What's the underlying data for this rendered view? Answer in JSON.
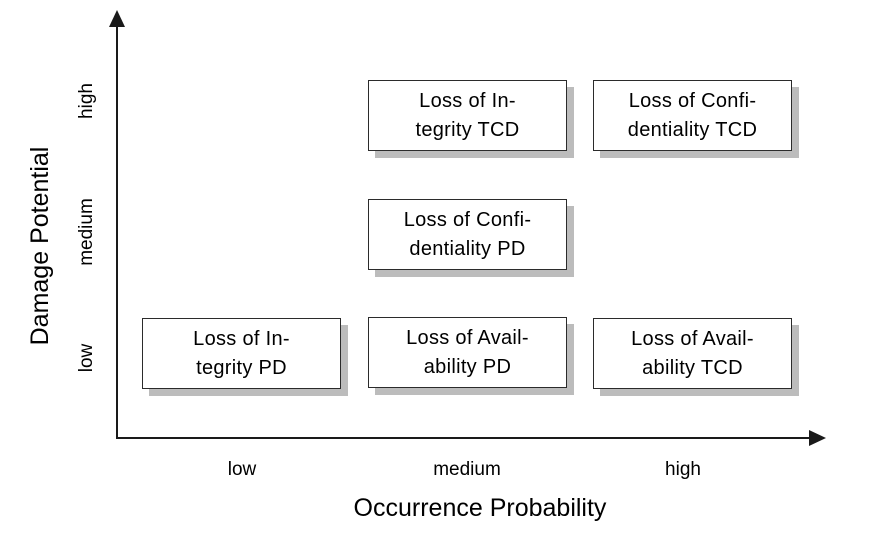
{
  "chart_data": {
    "type": "scatter",
    "title": "",
    "xlabel": "Occurrence Probability",
    "ylabel": "Damage Potential",
    "x_ticks": [
      "low",
      "medium",
      "high"
    ],
    "y_ticks": [
      "low",
      "medium",
      "high"
    ],
    "grid": false,
    "points": [
      {
        "label": "Loss of Integrity TCD",
        "x": "medium",
        "y": "high"
      },
      {
        "label": "Loss of Confidentiality TCD",
        "x": "high",
        "y": "high"
      },
      {
        "label": "Loss of Confidentiality PD",
        "x": "medium",
        "y": "medium"
      },
      {
        "label": "Loss of Integrity PD",
        "x": "low",
        "y": "low"
      },
      {
        "label": "Loss of Availability PD",
        "x": "medium",
        "y": "low"
      },
      {
        "label": "Loss of Availability TCD",
        "x": "high",
        "y": "low"
      }
    ]
  },
  "axes": {
    "x": {
      "title": "Occurrence Probability",
      "ticks": [
        "low",
        "medium",
        "high"
      ]
    },
    "y": {
      "title": "Damage Potential",
      "ticks": [
        "low",
        "medium",
        "high"
      ]
    }
  },
  "boxes": [
    {
      "line1": "Loss of In-",
      "line2": "tegrity TCD",
      "x": "medium",
      "y": "high"
    },
    {
      "line1": "Loss of Confi-",
      "line2": "dentiality TCD",
      "x": "high",
      "y": "high"
    },
    {
      "line1": "Loss of Confi-",
      "line2": "dentiality PD",
      "x": "medium",
      "y": "medium"
    },
    {
      "line1": "Loss of In-",
      "line2": "tegrity PD",
      "x": "low",
      "y": "low"
    },
    {
      "line1": "Loss of Avail-",
      "line2": "ability PD",
      "x": "medium",
      "y": "low"
    },
    {
      "line1": "Loss of Avail-",
      "line2": "ability TCD",
      "x": "high",
      "y": "low"
    }
  ],
  "colors": {
    "background": "#ffffff",
    "axis": "#1a1a1a",
    "box_fill": "#ffffff",
    "box_border": "#2b2b2b",
    "box_shadow": "#bcbcbc",
    "text": "#000000"
  }
}
